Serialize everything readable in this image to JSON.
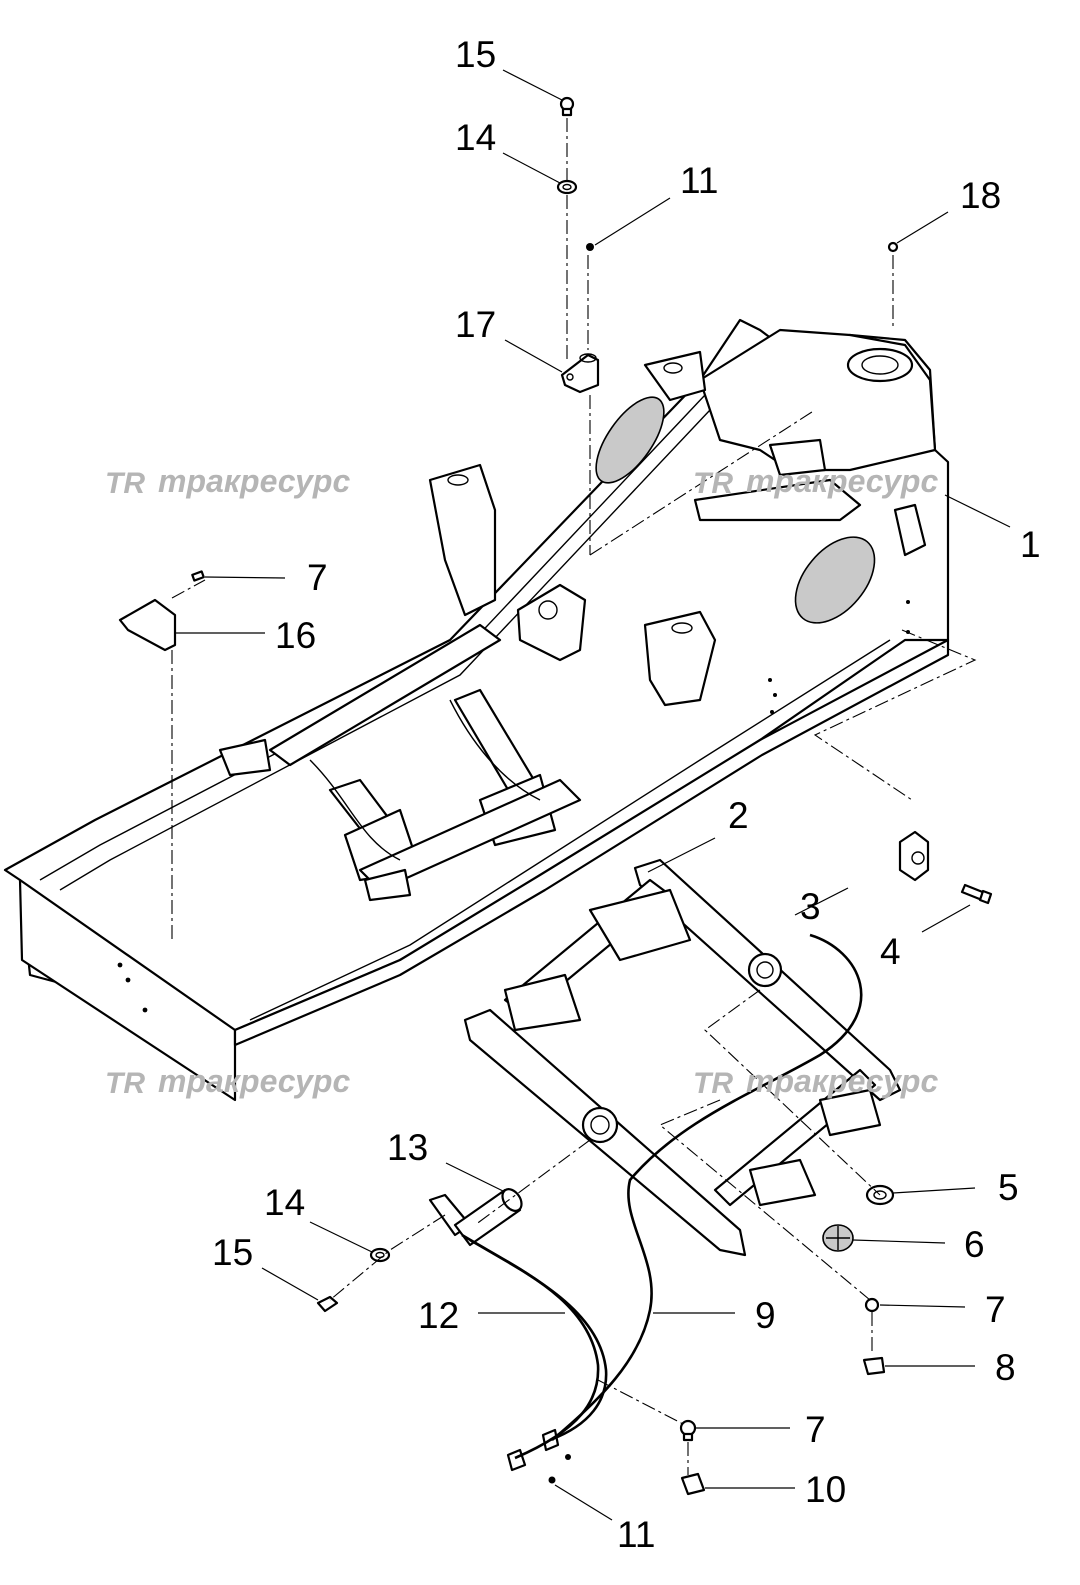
{
  "callouts": [
    {
      "id": "c15a",
      "text": "15"
    },
    {
      "id": "c14a",
      "text": "14"
    },
    {
      "id": "c11a",
      "text": "11"
    },
    {
      "id": "c18",
      "text": "18"
    },
    {
      "id": "c17",
      "text": "17"
    },
    {
      "id": "c1",
      "text": "1"
    },
    {
      "id": "c7a",
      "text": "7"
    },
    {
      "id": "c16",
      "text": "16"
    },
    {
      "id": "c2",
      "text": "2"
    },
    {
      "id": "c3",
      "text": "3"
    },
    {
      "id": "c4",
      "text": "4"
    },
    {
      "id": "c13",
      "text": "13"
    },
    {
      "id": "c14b",
      "text": "14"
    },
    {
      "id": "c15b",
      "text": "15"
    },
    {
      "id": "c5",
      "text": "5"
    },
    {
      "id": "c6",
      "text": "6"
    },
    {
      "id": "c7b",
      "text": "7"
    },
    {
      "id": "c12",
      "text": "12"
    },
    {
      "id": "c9",
      "text": "9"
    },
    {
      "id": "c8",
      "text": "8"
    },
    {
      "id": "c7c",
      "text": "7"
    },
    {
      "id": "c10",
      "text": "10"
    },
    {
      "id": "c11b",
      "text": "11"
    }
  ],
  "watermark": {
    "mark": "TR",
    "text": "тракресурс"
  }
}
